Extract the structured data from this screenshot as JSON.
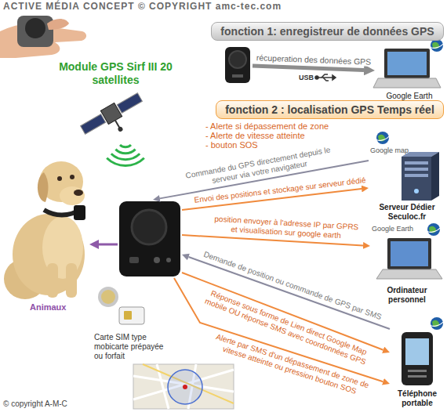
{
  "diagram": {
    "nodes": [
      {
        "text": [
          "fonction 1: enregistreur de données GPS"
        ]
      },
      {
        "text": []
      },
      {
        "text": [
          "Google Earth"
        ]
      },
      {
        "text": [
          "Module GPS Sirf III 20 satellites"
        ]
      },
      {
        "text": [
          "fonction 2 : localisation GPS Temps réel"
        ]
      },
      {
        "text": [
          "Google map",
          "Serveur Dédier Seculoc.fr"
        ]
      },
      {
        "text": [
          "Animaux"
        ]
      },
      {
        "text": []
      },
      {
        "text": [
          "Google Earth",
          "Ordinateur personnel"
        ]
      },
      {
        "text": [
          "Carte SIM type mobicarte prépayée ou forfait"
        ]
      },
      {
        "text": [
          "Téléphone portable"
        ]
      }
    ],
    "edges": [
      {
        "from": 1,
        "to": 2,
        "label": "récuperation des données GPS",
        "arrow": "to"
      },
      {
        "from": 5,
        "to": 7,
        "label": "Commande du GPS directement depuis le serveur via votre navigateur",
        "arrow": "to"
      },
      {
        "from": 7,
        "to": 5,
        "label": "Envoi des positions et stockage sur serveur dédié",
        "arrow": "to"
      },
      {
        "from": 7,
        "to": 8,
        "label": "position envoyer à l'adresse IP par GPRS et visualisation sur google earth",
        "arrow": "to"
      },
      {
        "from": 10,
        "to": 7,
        "label": "Demande de position ou commande de GPS par SMS",
        "arrow": "to"
      },
      {
        "from": 7,
        "to": 10,
        "label": "Réponse sous forme de Lien direct Google Map mobile OU réponse SMS avec coordonnées GPS",
        "arrow": "to"
      },
      {
        "from": 7,
        "to": 10,
        "label": "Alerte par SMS d'un dépassement de zone de vitesse atteinte ou pression bouton SOS",
        "arrow": "to"
      },
      {
        "from": 7,
        "to": 6,
        "arrow": "to"
      }
    ],
    "labels": [
      "ACTIVE MÉDIA CONCEPT © COPYRIGHT amc-tec.com",
      "USB",
      "- Alerte si dépassement de zone",
      "- Alerte de vitesse atteinte",
      "- bouton SOS",
      "© copyright A-M-C"
    ]
  }
}
